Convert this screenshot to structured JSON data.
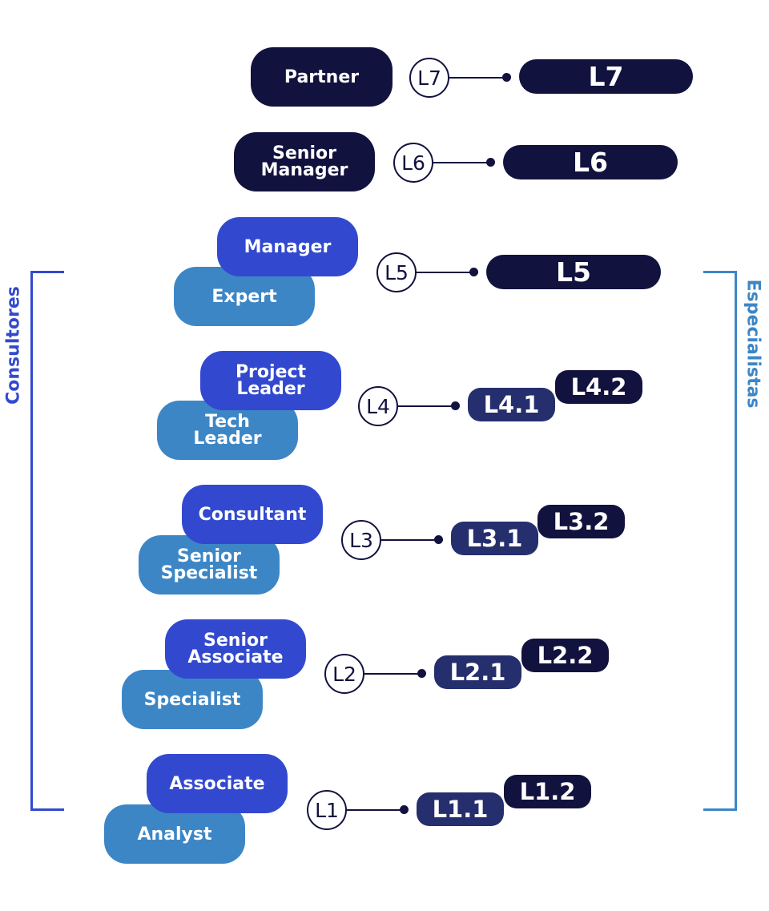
{
  "side_labels": {
    "left": "Consultores",
    "right": "Especialistas"
  },
  "levels": {
    "l7": {
      "role": "Partner",
      "circle": "L7",
      "code": "L7"
    },
    "l6": {
      "role": "Senior\nManager",
      "circle": "L6",
      "code": "L6"
    },
    "l5": {
      "role_top": "Manager",
      "role_bottom": "Expert",
      "circle": "L5",
      "code": "L5"
    },
    "l4": {
      "role_top": "Project\nLeader",
      "role_bottom": "Tech\nLeader",
      "circle": "L4",
      "sub_low": "L4.1",
      "sub_high": "L4.2"
    },
    "l3": {
      "role_top": "Consultant",
      "role_bottom": "Senior\nSpecialist",
      "circle": "L3",
      "sub_low": "L3.1",
      "sub_high": "L3.2"
    },
    "l2": {
      "role_top": "Senior\nAssociate",
      "role_bottom": "Specialist",
      "circle": "L2",
      "sub_low": "L2.1",
      "sub_high": "L2.2"
    },
    "l1": {
      "role_top": "Associate",
      "role_bottom": "Analyst",
      "circle": "L1",
      "sub_low": "L1.1",
      "sub_high": "L1.2"
    }
  },
  "colors": {
    "navy": "#12123f",
    "navy_mid": "#252f6d",
    "blue": "#3249cf",
    "light_blue": "#3d86c6"
  }
}
